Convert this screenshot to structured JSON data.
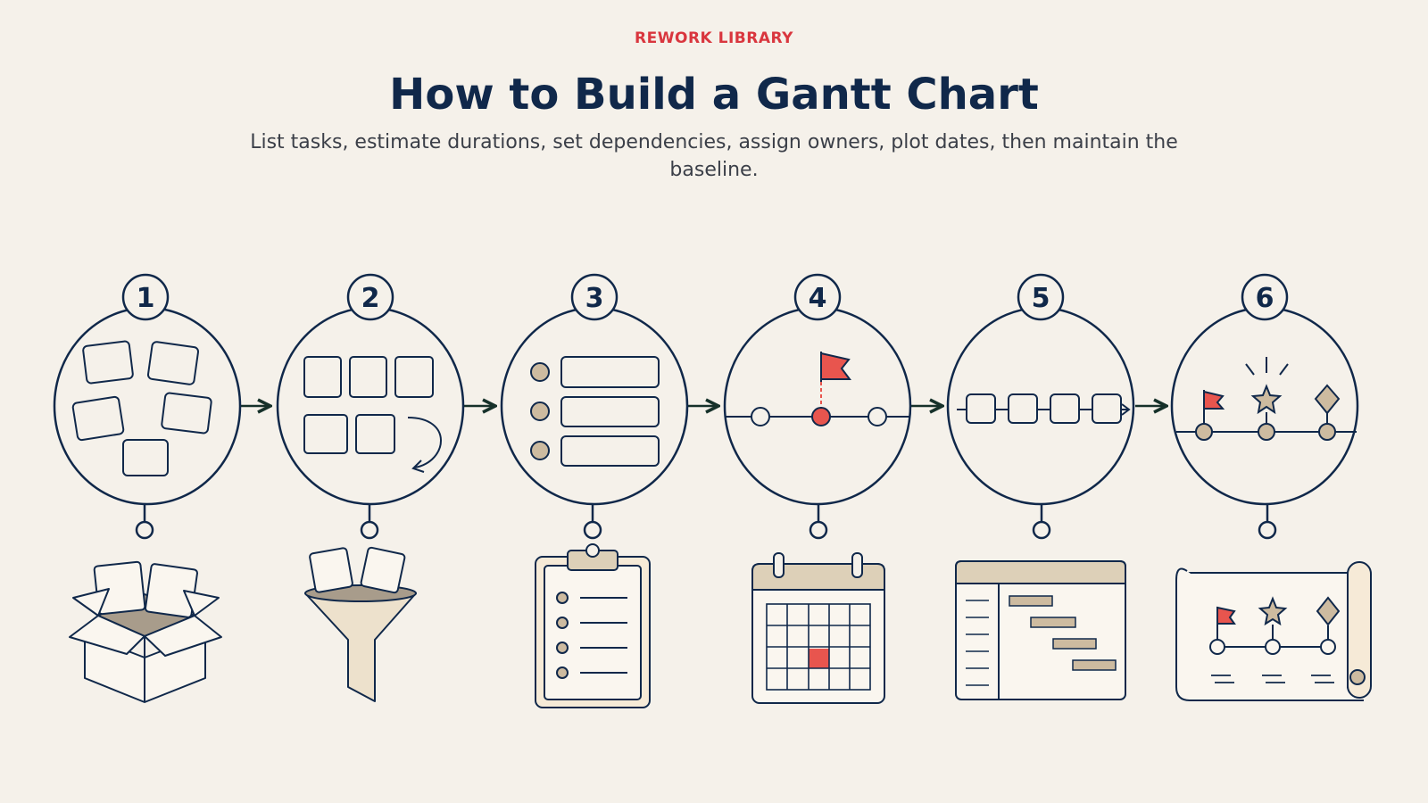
{
  "header": {
    "eyebrow": "REWORK LIBRARY",
    "title": "How to Build a Gantt Chart",
    "subtitle": "List tasks, estimate durations, set dependencies, assign owners, plot dates, then maintain the baseline."
  },
  "steps": [
    {
      "number": "1",
      "top_icon": "scattered-tasks-icon",
      "bottom_icon": "open-box-icon"
    },
    {
      "number": "2",
      "top_icon": "grouped-tasks-icon",
      "bottom_icon": "funnel-icon"
    },
    {
      "number": "3",
      "top_icon": "task-list-icon",
      "bottom_icon": "clipboard-icon"
    },
    {
      "number": "4",
      "top_icon": "milestone-flag-icon",
      "bottom_icon": "calendar-icon"
    },
    {
      "number": "5",
      "top_icon": "linked-tasks-icon",
      "bottom_icon": "gantt-table-icon"
    },
    {
      "number": "6",
      "top_icon": "milestones-timeline-icon",
      "bottom_icon": "scroll-roadmap-icon"
    }
  ],
  "colors": {
    "background": "#f5f1ea",
    "ink": "#10284a",
    "accent": "#e8554e",
    "tan": "#cdbba0",
    "eyebrow": "#d9363e"
  }
}
